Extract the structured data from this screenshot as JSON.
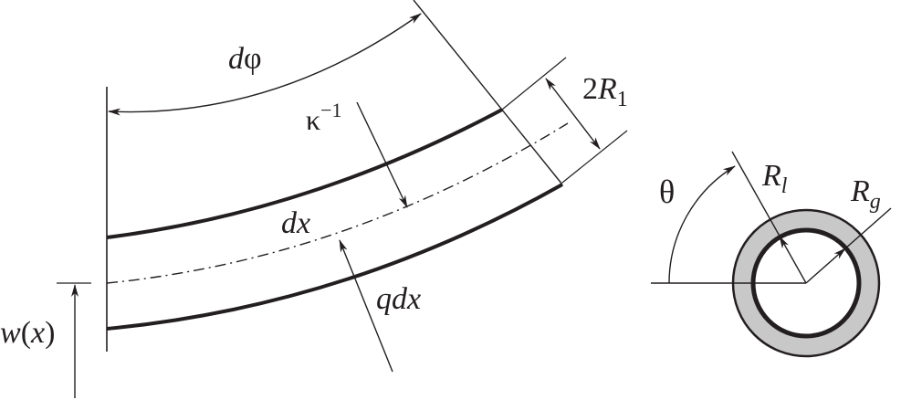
{
  "labels": {
    "dphi": {
      "d": "d",
      "phi": "φ"
    },
    "kappa": {
      "base": "κ",
      "sup": "−1"
    },
    "two_r1": {
      "num": "2",
      "r": "R",
      "sub": "1"
    },
    "dx": "dx",
    "qdx": "qdx",
    "wx": {
      "w": "w",
      "open": "(",
      "x": "x",
      "close": ")"
    },
    "theta": "θ",
    "rl": {
      "r": "R",
      "sub": "l"
    },
    "rg": {
      "r": "R",
      "sub": "g"
    }
  },
  "colors": {
    "ink": "#231f20",
    "annulus_fill": "#c8c8c8"
  }
}
